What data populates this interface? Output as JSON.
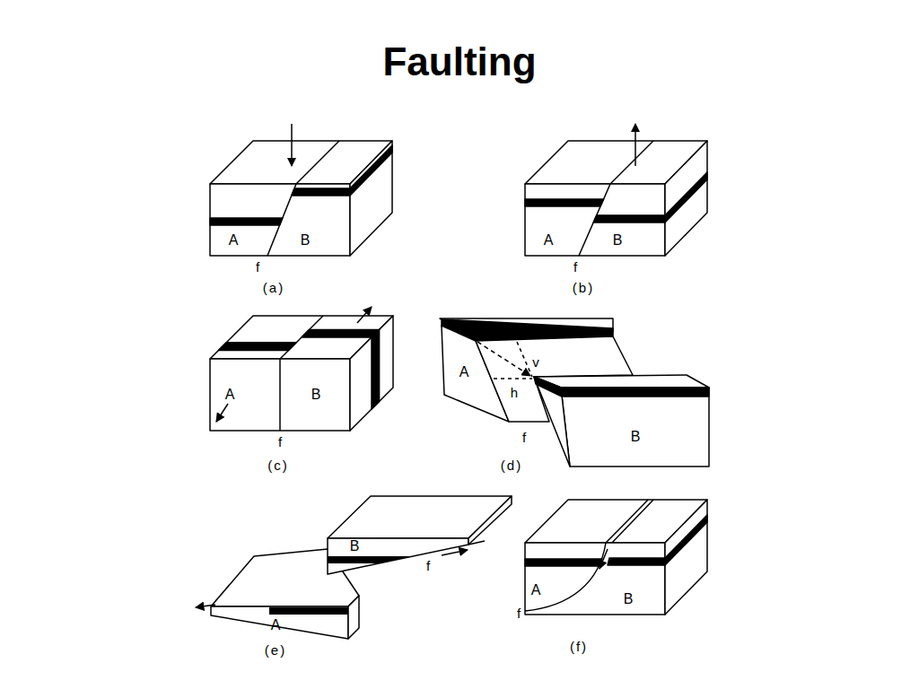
{
  "diagram": {
    "title": "Faulting",
    "labels": [
      "A",
      "B",
      "f",
      "(a)",
      "A",
      "B",
      "f",
      "(b)",
      "A",
      "B",
      "f",
      "(c)",
      "A",
      "v",
      "h",
      "f",
      "B",
      "(d)",
      "B",
      "f",
      "A",
      "(e)",
      "A",
      "f",
      "B",
      "(f)"
    ]
  }
}
